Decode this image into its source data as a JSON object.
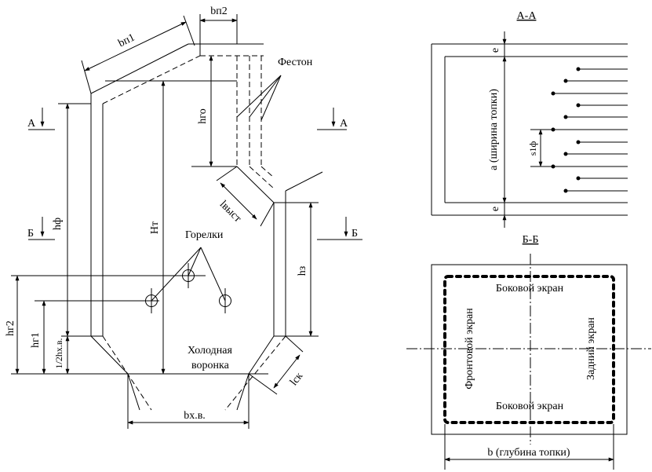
{
  "labels": {
    "b_p1": "bп1",
    "b_p2": "bп2",
    "feston": "Фестон",
    "h_go": "hго",
    "section_a_left": "А",
    "section_a_right": "А",
    "l_vyst": "lвыст",
    "h_f": "hф",
    "H_t": "Hт",
    "section_b_left": "Б",
    "section_b_right": "Б",
    "gorelki": "Горелки",
    "h_z": "hз",
    "h_g2": "hг2",
    "h_g1": "hг1",
    "half_h_xv": "1/2hх.в.",
    "cold_funnel_1": "Холодная",
    "cold_funnel_2": "воронка",
    "l_sk": "lск",
    "b_xv": "bх.в."
  },
  "section_aa": {
    "title": "А-А",
    "e_top": "e",
    "e_bottom": "e",
    "width_label": "a (ширина топки)",
    "s1f": "s1ф"
  },
  "section_bb": {
    "title": "Б-Б",
    "side_top": "Боковой экран",
    "side_bottom": "Боковой экран",
    "front": "Фронтовой экран",
    "rear": "Задний экран",
    "depth_label": "b (глубина топки)"
  }
}
